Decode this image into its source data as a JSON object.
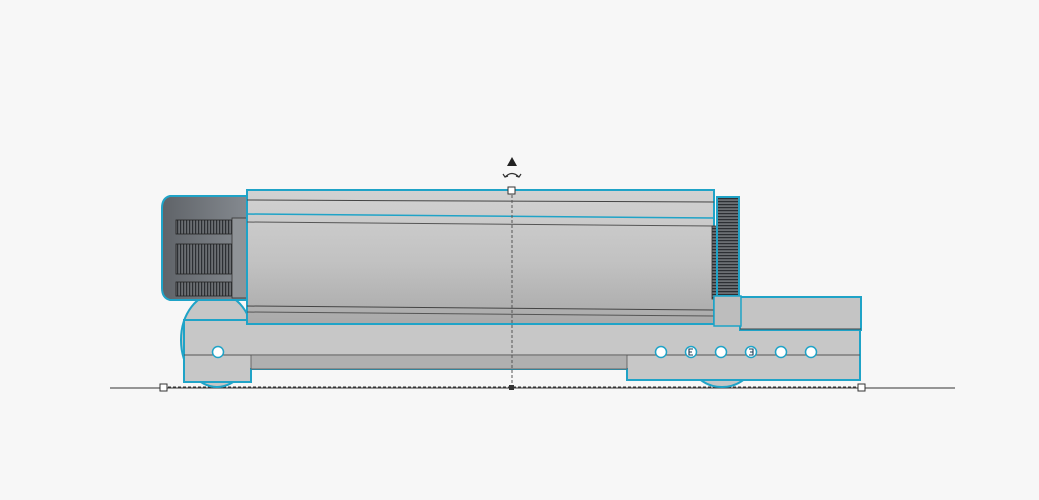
{
  "scene": {
    "background": "#f7f7f7",
    "selection_color": "#1fa3c7",
    "ground_line_color": "#333333",
    "body_colors": {
      "light": "#c9c9c9",
      "mid": "#b4b4b4",
      "dark": "#707377"
    }
  },
  "icons": {
    "rotate": "rotate-handle-icon",
    "lift": "lift-arrow-icon",
    "hole_symbols": [
      "circle",
      "circle-c",
      "circle",
      "circle-e",
      "circle",
      "circle"
    ]
  }
}
